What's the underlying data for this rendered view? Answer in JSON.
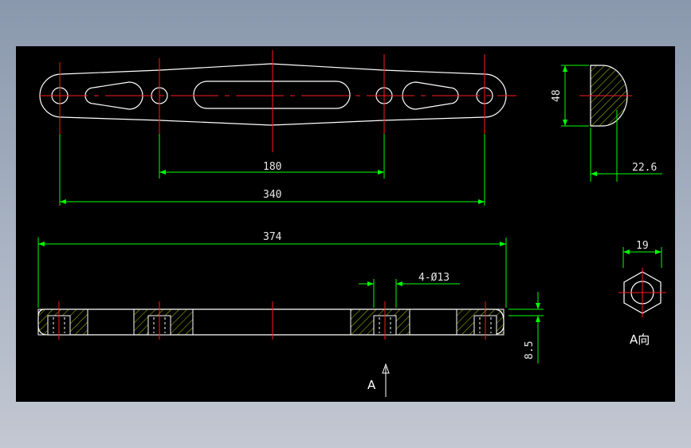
{
  "colors": {
    "background": "#000000",
    "outline": "#ffffff",
    "centerline": "#ff1a1a",
    "dimension": "#00ff00",
    "hatch": "#aacc00",
    "text": "#e6e6e6"
  },
  "dimensions": {
    "top_inner_span": "180",
    "top_outer_span": "340",
    "end_height": "48",
    "end_width": "22.6",
    "section_length": "374",
    "holes": "4-Ø13",
    "section_thickness": "8.5",
    "hex_size": "19"
  },
  "labels": {
    "view_arrow": "A",
    "view_title": "A向"
  }
}
